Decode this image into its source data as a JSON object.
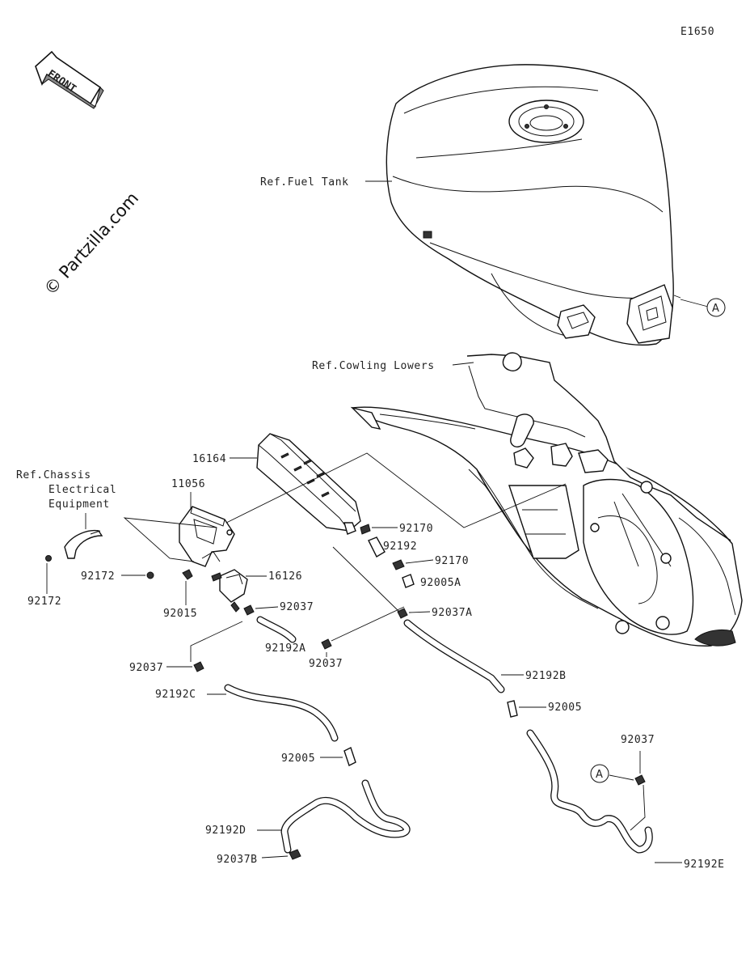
{
  "diagram_code": "E1650",
  "front_label": "FRONT",
  "watermark": "© Partzilla.com",
  "refs": {
    "fuel_tank": "Ref.Fuel Tank",
    "cowling_lowers": "Ref.Cowling Lowers",
    "chassis_line1": "Ref.Chassis",
    "chassis_line2": "Electrical",
    "chassis_line3": "Equipment"
  },
  "markers": {
    "a_top": "A",
    "a_bottom": "A"
  },
  "parts": {
    "p16164": "16164",
    "p11056": "11056",
    "p92172a": "92172",
    "p92172b": "92172",
    "p92015": "92015",
    "p16126": "16126",
    "p92037_mid": "92037",
    "p92037_low": "92037",
    "p92037_left": "92037",
    "p92037_right": "92037",
    "p92192A": "92192A",
    "p92170a": "92170",
    "p92192": "92192",
    "p92170b": "92170",
    "p92005A": "92005A",
    "p92037A": "92037A",
    "p92192B": "92192B",
    "p92005_right": "92005",
    "p92192C": "92192C",
    "p92005_left": "92005",
    "p92192D": "92192D",
    "p92037B": "92037B",
    "p92192E": "92192E"
  }
}
